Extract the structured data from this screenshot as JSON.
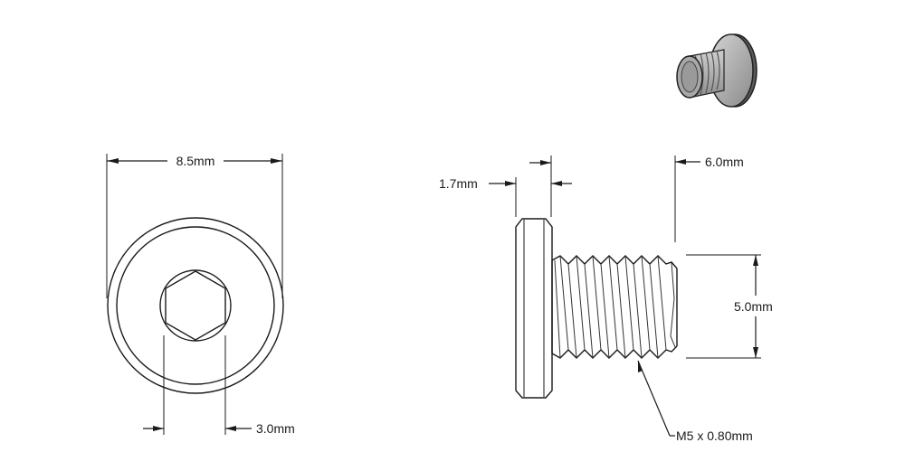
{
  "drawing": {
    "subject": "Low-profile socket head cap screw",
    "views": [
      "front view (head)",
      "side view",
      "isometric render"
    ]
  },
  "dimensions": {
    "head_diameter": "8.5mm",
    "hex_socket": "3.0mm",
    "head_height": "1.7mm",
    "thread_length": "6.0mm",
    "thread_diameter": "5.0mm",
    "thread_spec": "M5 x 0.80mm"
  },
  "colors": {
    "line": "#1a1a1a",
    "background": "#ffffff",
    "render_fill": "#b8b8b8"
  }
}
